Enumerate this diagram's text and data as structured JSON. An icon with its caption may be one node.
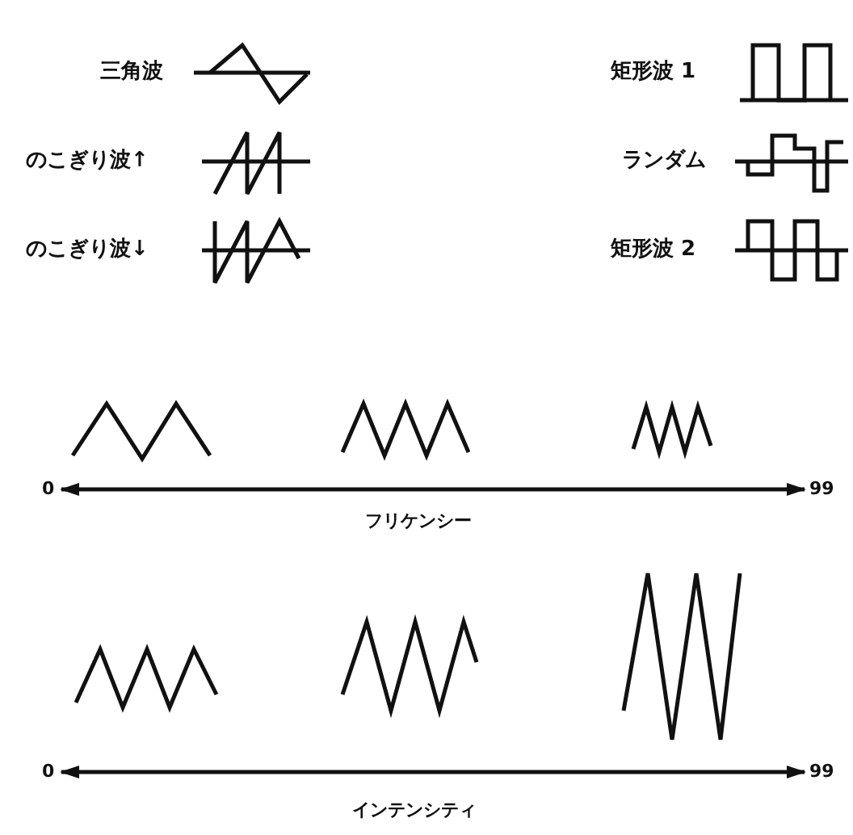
{
  "diagram": {
    "labels": [
      "三角波",
      "矩形波 1",
      "のこぎり波↑",
      "ランダム",
      "のこぎり波↓",
      "矩形波 2",
      "0",
      "99",
      "フリケンシー",
      "0",
      "99",
      "インテンシティ"
    ]
  }
}
